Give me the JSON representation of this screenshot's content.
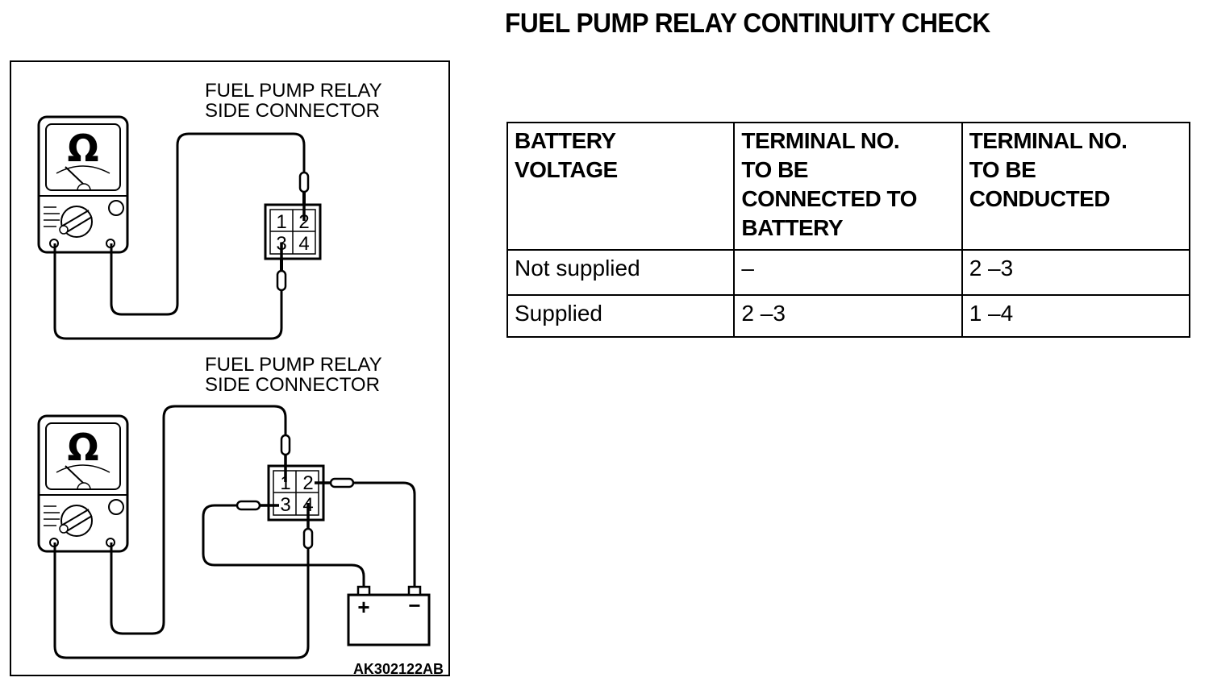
{
  "title": "FUEL PUMP RELAY CONTINUITY CHECK",
  "figure": {
    "panel_top": {
      "label_line1": "FUEL PUMP RELAY",
      "label_line2": "SIDE CONNECTOR",
      "meter_symbol": "Ω",
      "terminals": [
        "1",
        "2",
        "3",
        "4"
      ],
      "probes_on": [
        "2",
        "3"
      ]
    },
    "panel_bottom": {
      "label_line1": "FUEL PUMP RELAY",
      "label_line2": "SIDE CONNECTOR",
      "meter_symbol": "Ω",
      "terminals": [
        "1",
        "2",
        "3",
        "4"
      ],
      "probes_on": [
        "1",
        "4"
      ],
      "battery_to": [
        "2",
        "3"
      ],
      "battery_plus": "+",
      "battery_minus": "−"
    },
    "code": "AK302122AB"
  },
  "table": {
    "headers": [
      "BATTERY\nVOLTAGE",
      "TERMINAL NO.\nTO BE\nCONNECTED TO\nBATTERY",
      "TERMINAL NO.\nTO BE\nCONDUCTED"
    ],
    "header_lines": [
      [
        "BATTERY",
        "VOLTAGE"
      ],
      [
        "TERMINAL NO.",
        "TO BE",
        "CONNECTED TO",
        "BATTERY"
      ],
      [
        "TERMINAL NO.",
        "TO BE",
        "CONDUCTED"
      ]
    ],
    "rows": [
      [
        "Not supplied",
        "–",
        "2 –3"
      ],
      [
        "Supplied",
        "2 –3",
        "1 –4"
      ]
    ]
  }
}
